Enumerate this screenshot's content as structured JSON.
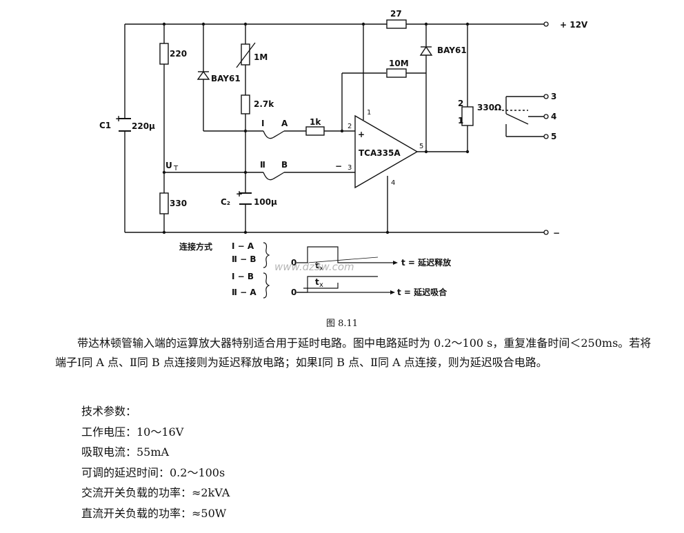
{
  "circuit": {
    "supply_pos": "+ 12V",
    "supply_neg": "−",
    "components": {
      "r27": "27",
      "r10m": "10M",
      "bay61_top": "BAY61",
      "bay61_left": "BAY61",
      "r220": "220",
      "r1m": "1M",
      "r2k7": "2.7k",
      "r1k": "1k",
      "r330": "330",
      "relay": "330Ω",
      "c1": "C1",
      "c1_val": "220μ",
      "c2": "C₂",
      "c2_val": "100μ",
      "opamp": "TCA335A"
    },
    "nodes": {
      "ut": "U",
      "ut_sub": "T",
      "term_1": "I",
      "term_2": "Ⅱ",
      "point_a": "A",
      "point_b": "B",
      "op_pin1": "1",
      "op_pin2": "2",
      "op_pin3": "3",
      "op_pin4": "4",
      "op_pin5": "5",
      "op_plus": "+",
      "op_minus": "−",
      "relay_pin2": "2",
      "relay_pin1": "1",
      "switch_3": "3",
      "switch_4": "4",
      "switch_5": "5"
    }
  },
  "timing": {
    "connection_label": "连接方式",
    "mode1_a": "Ⅰ − A",
    "mode1_b": "Ⅱ − B",
    "mode2_a": "Ⅰ − B",
    "mode2_b": "Ⅱ − A",
    "zero": "0",
    "tx": "t",
    "tx_sub": "x",
    "result_release": "t = 延迟释放",
    "result_pull": "t = 延迟吸合"
  },
  "watermark": "www.dz3w.com",
  "figure_caption": "图 8.11",
  "description": "带达林顿管输入端的运算放大器特别适合用于延时电路。图中电路延时为 0.2～100 s，重复准备时间＜250ms。若将端子Ⅰ同 A 点、Ⅱ同 B 点连接则为延迟释放电路；如果Ⅰ同 B 点、Ⅱ同 A 点连接，则为延迟吸合电路。",
  "params": {
    "heading": "技术参数：",
    "items": [
      "工作电压：10～16V",
      "吸取电流：55mA",
      "可调的延迟时间：0.2～100s",
      "交流开关负载的功率：≈2kVA",
      "直流开关负载的功率：≈50W"
    ]
  }
}
